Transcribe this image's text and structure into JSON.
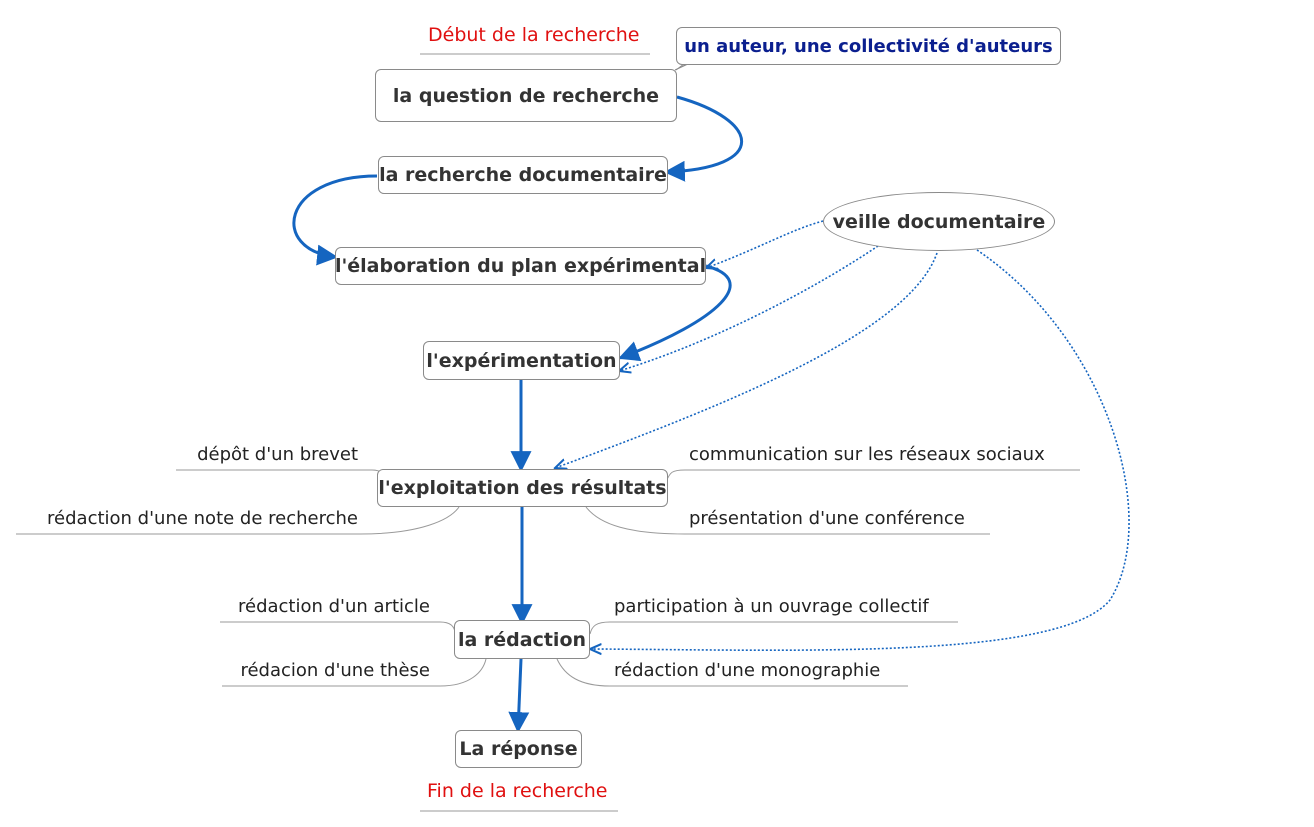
{
  "colors": {
    "flow": "#1565c0",
    "marker": "#e01010",
    "callout_text": "#0b1f8f",
    "node_border": "#8a8a8a",
    "branch_line": "#9a9a9a"
  },
  "markers": {
    "start": "Début de la recherche",
    "end": "Fin de la recherche"
  },
  "callout": {
    "text": "un auteur, une collectivité d'auteurs"
  },
  "nodes": {
    "question": "la question de recherche",
    "recherche_doc": "la recherche documentaire",
    "plan": "l'élaboration du plan expérimental",
    "experimentation": "l'expérimentation",
    "exploitation": "l'exploitation des résultats",
    "redaction": "la rédaction",
    "reponse": "La réponse",
    "veille": "veille documentaire"
  },
  "exploitation_branches": {
    "left": [
      "dépôt d'un brevet",
      "rédaction d'une note de recherche"
    ],
    "right": [
      "communication sur les réseaux sociaux",
      "présentation d'une conférence"
    ]
  },
  "redaction_branches": {
    "left": [
      "rédaction d'un article",
      "rédacion d'une thèse"
    ],
    "right": [
      "participation à un ouvrage collectif",
      "rédaction d'une monographie"
    ]
  }
}
